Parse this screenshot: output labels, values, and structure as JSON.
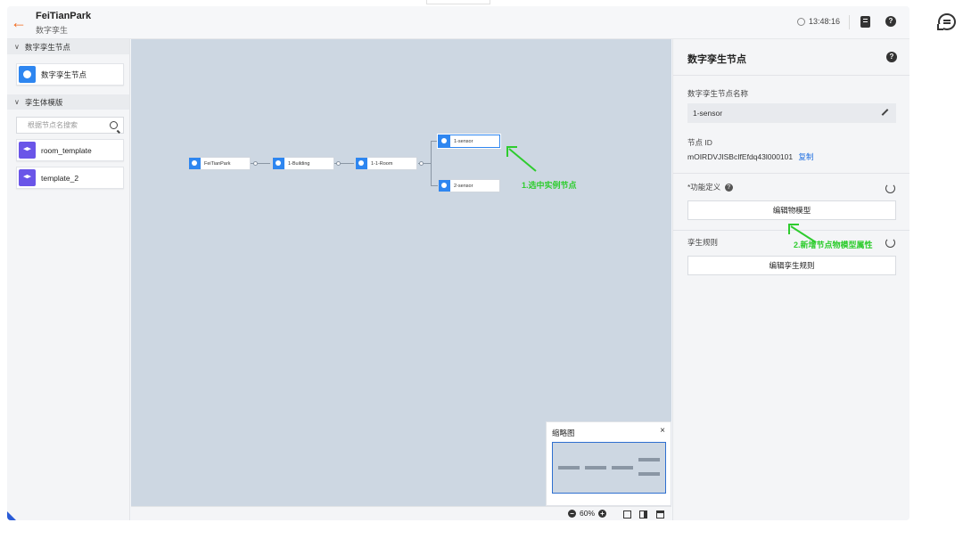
{
  "header": {
    "title": "FeiTianPark",
    "subtitle": "数字孪生",
    "time": "13:48:16"
  },
  "sidebar": {
    "section1": {
      "label": "数字孪生节点",
      "card": "数字孪生节点"
    },
    "section2": {
      "label": "孪生体模版",
      "search_placeholder": "根据节点名搜索",
      "templates": [
        "room_template",
        "template_2"
      ]
    }
  },
  "canvas": {
    "nodes": {
      "root": "FeiTianPark",
      "building": "1-Building",
      "room": "1-1-Room",
      "sensor1": "1-sensor",
      "sensor2": "2-sensor"
    },
    "annotation1": "1.选中实例节点",
    "annotation2": "2.新增节点物模型属性"
  },
  "minimap": {
    "title": "缩略图",
    "close": "×"
  },
  "toolbar": {
    "zoom": "60%"
  },
  "panel": {
    "title": "数字孪生节点",
    "name_label": "数字孪生节点名称",
    "name_value": "1-sensor",
    "id_label": "节点 ID",
    "id_value": "mOIRDVJISBcIfEfdq43l000101",
    "copy": "复制",
    "func_label": "*功能定义",
    "edit_model": "编辑物模型",
    "rule_label": "孪生规则",
    "edit_rule": "编辑孪生规则"
  },
  "colors": {
    "accent": "#2e86f0",
    "annotation": "#2ecc2e",
    "back": "#f26a1b"
  }
}
